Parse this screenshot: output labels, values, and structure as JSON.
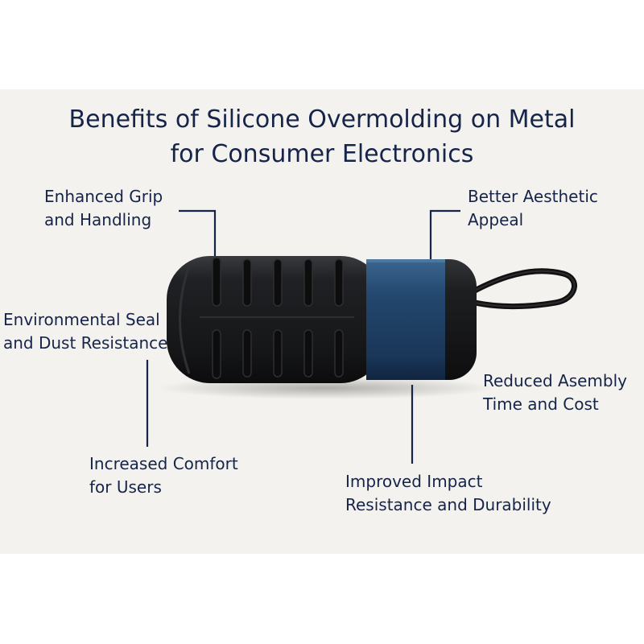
{
  "title": {
    "line1": "Benefits of Silicone Overmolding on Metal",
    "line2": "for Consumer Electronics"
  },
  "callouts": {
    "grip": {
      "line1": "Enhanced Grip",
      "line2": "and Handling"
    },
    "aesthetic": {
      "line1": "Better Aesthetic",
      "line2": "Appeal"
    },
    "seal": {
      "line1": "Environmental Seal",
      "line2": "and Dust Resistance"
    },
    "assembly": {
      "line1": "Reduced Asembly",
      "line2": "Time and Cost"
    },
    "comfort": {
      "line1": "Increased Comfort",
      "line2": "for Users"
    },
    "impact": {
      "line1": "Improved Impact",
      "line2": "Resistance and Durability"
    }
  },
  "colors": {
    "background": "#f3f2ee",
    "text": "#16244a",
    "silicone": "#1b1c1e",
    "metal_band": "#23476e"
  }
}
